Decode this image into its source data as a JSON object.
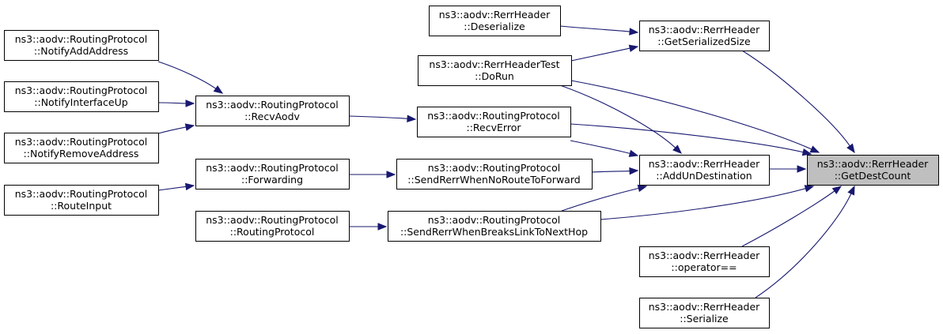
{
  "diagram": {
    "colors": {
      "edge": "#191970",
      "highlight": "#bfbfbf",
      "border": "#000000"
    },
    "nodes": [
      {
        "id": "getdestcount",
        "line1": "ns3::aodv::RerrHeader",
        "line2": "::GetDestCount",
        "highlight": true
      },
      {
        "id": "deserialize",
        "line1": "ns3::aodv::RerrHeader",
        "line2": "::Deserialize"
      },
      {
        "id": "getserializedsize",
        "line1": "ns3::aodv::RerrHeader",
        "line2": "::GetSerializedSize"
      },
      {
        "id": "dorun",
        "line1": "ns3::aodv::RerrHeaderTest",
        "line2": "::DoRun"
      },
      {
        "id": "notifyaddaddress",
        "line1": "ns3::aodv::RoutingProtocol",
        "line2": "::NotifyAddAddress"
      },
      {
        "id": "notifyinterfaceup",
        "line1": "ns3::aodv::RoutingProtocol",
        "line2": "::NotifyInterfaceUp"
      },
      {
        "id": "notifyremoveaddress",
        "line1": "ns3::aodv::RoutingProtocol",
        "line2": "::NotifyRemoveAddress"
      },
      {
        "id": "recvaodv",
        "line1": "ns3::aodv::RoutingProtocol",
        "line2": "::RecvAodv"
      },
      {
        "id": "recverror",
        "line1": "ns3::aodv::RoutingProtocol",
        "line2": "::RecvError"
      },
      {
        "id": "addundestination",
        "line1": "ns3::aodv::RerrHeader",
        "line2": "::AddUnDestination"
      },
      {
        "id": "routeinput",
        "line1": "ns3::aodv::RoutingProtocol",
        "line2": "::RouteInput"
      },
      {
        "id": "forwarding",
        "line1": "ns3::aodv::RoutingProtocol",
        "line2": "::Forwarding"
      },
      {
        "id": "sendrerrnoroute",
        "line1": "ns3::aodv::RoutingProtocol",
        "line2": "::SendRerrWhenNoRouteToForward"
      },
      {
        "id": "routingprotocol",
        "line1": "ns3::aodv::RoutingProtocol",
        "line2": "::RoutingProtocol"
      },
      {
        "id": "sendrerrbreaks",
        "line1": "ns3::aodv::RoutingProtocol",
        "line2": "::SendRerrWhenBreaksLinkToNextHop"
      },
      {
        "id": "operatoreq",
        "line1": "ns3::aodv::RerrHeader",
        "line2": "::operator=="
      },
      {
        "id": "serialize",
        "line1": "ns3::aodv::RerrHeader",
        "line2": "::Serialize"
      }
    ],
    "edges": [
      {
        "from": "deserialize",
        "to": "getserializedsize"
      },
      {
        "from": "dorun",
        "to": "getserializedsize"
      },
      {
        "from": "getserializedsize",
        "to": "getdestcount"
      },
      {
        "from": "dorun",
        "to": "getdestcount"
      },
      {
        "from": "dorun",
        "to": "addundestination"
      },
      {
        "from": "notifyaddaddress",
        "to": "recvaodv"
      },
      {
        "from": "notifyinterfaceup",
        "to": "recvaodv"
      },
      {
        "from": "notifyremoveaddress",
        "to": "recvaodv"
      },
      {
        "from": "recvaodv",
        "to": "recverror"
      },
      {
        "from": "recverror",
        "to": "getdestcount"
      },
      {
        "from": "recverror",
        "to": "addundestination"
      },
      {
        "from": "addundestination",
        "to": "getdestcount"
      },
      {
        "from": "routeinput",
        "to": "forwarding"
      },
      {
        "from": "forwarding",
        "to": "sendrerrnoroute"
      },
      {
        "from": "sendrerrnoroute",
        "to": "addundestination"
      },
      {
        "from": "routingprotocol",
        "to": "sendrerrbreaks"
      },
      {
        "from": "sendrerrbreaks",
        "to": "addundestination"
      },
      {
        "from": "sendrerrbreaks",
        "to": "getdestcount"
      },
      {
        "from": "operatoreq",
        "to": "getdestcount"
      },
      {
        "from": "serialize",
        "to": "getdestcount"
      }
    ]
  }
}
